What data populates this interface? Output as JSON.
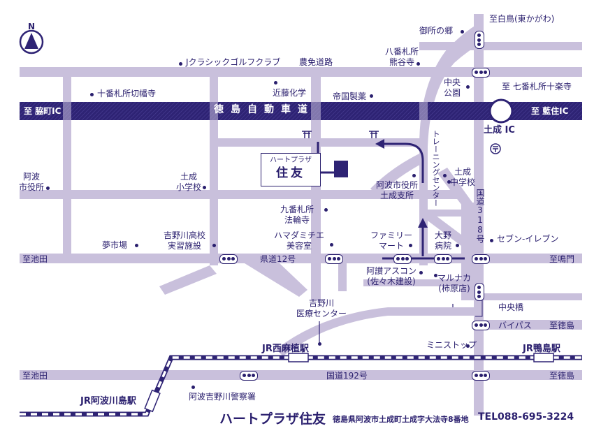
{
  "compass": {
    "label": "N"
  },
  "highway": {
    "name": "徳島自動車道",
    "west_end": "至 脇町IC",
    "east_end": "至 藍住IC"
  },
  "interchange": "土成 IC",
  "directions": {
    "shiratori": "至白鳥(東かがわ)",
    "juraku": "至 七番札所十楽寺",
    "ikeda_1": "至池田",
    "ikeda_2": "至池田",
    "naruto": "至鳴門",
    "tokushima_1": "至徳島",
    "tokushima_2": "至徳島"
  },
  "roads": {
    "nomen": "農免道路",
    "pref12": "県道12号",
    "national192": "国道192号",
    "national318": "国道318号",
    "bypass": "バイパス",
    "chuokyo": "中央橋"
  },
  "places": {
    "gosho": "御所の郷",
    "jclassic": "Jクラシックゴルフクラブ",
    "hachiban": "八番札所\n熊谷寺",
    "juban": "十番札所切幡寺",
    "kondo": "近藤化学",
    "teikoku": "帝国製薬",
    "chuo_koen": "中央\n公園",
    "training": "トレーニングセンター",
    "awa_city": "阿波\n市役所",
    "donari_sho": "土成\n小学校",
    "donari_chu": "土成\n中学校",
    "shisho": "阿波市役所\n土成支所",
    "kyuban": "九番札所\n法輪寺",
    "yume": "夢市場",
    "yoshinogawa_hs": "吉野川高校\n実習施設",
    "hamada": "ハマダミチエ\n美容室",
    "familymart": "ファミリー\nマート",
    "ohno": "大野\n病院",
    "seven": "セブン-イレブン",
    "ascon": "阿讃アスコン\n(佐々木建設)",
    "marunaka": "マルナカ\n(柿原店)",
    "medical": "吉野川\n医療センター",
    "ministop": "ミニストップ",
    "police": "阿波吉野川警察署"
  },
  "stations": {
    "nishioe": "JR西麻植駅",
    "kamojima": "JR鴨島駅",
    "awakawashima": "JR阿波川島駅"
  },
  "destination": {
    "sub": "ハートプラザ",
    "main": "住友"
  },
  "footer": {
    "name": "ハートプラザ住友",
    "address": "徳島県阿波市土成町土成字大法寺8番地",
    "tel": "TEL088-695-3224"
  },
  "colors": {
    "road": "#c9c0dc",
    "highway": "#2e2374",
    "ink": "#2a1f6e"
  }
}
